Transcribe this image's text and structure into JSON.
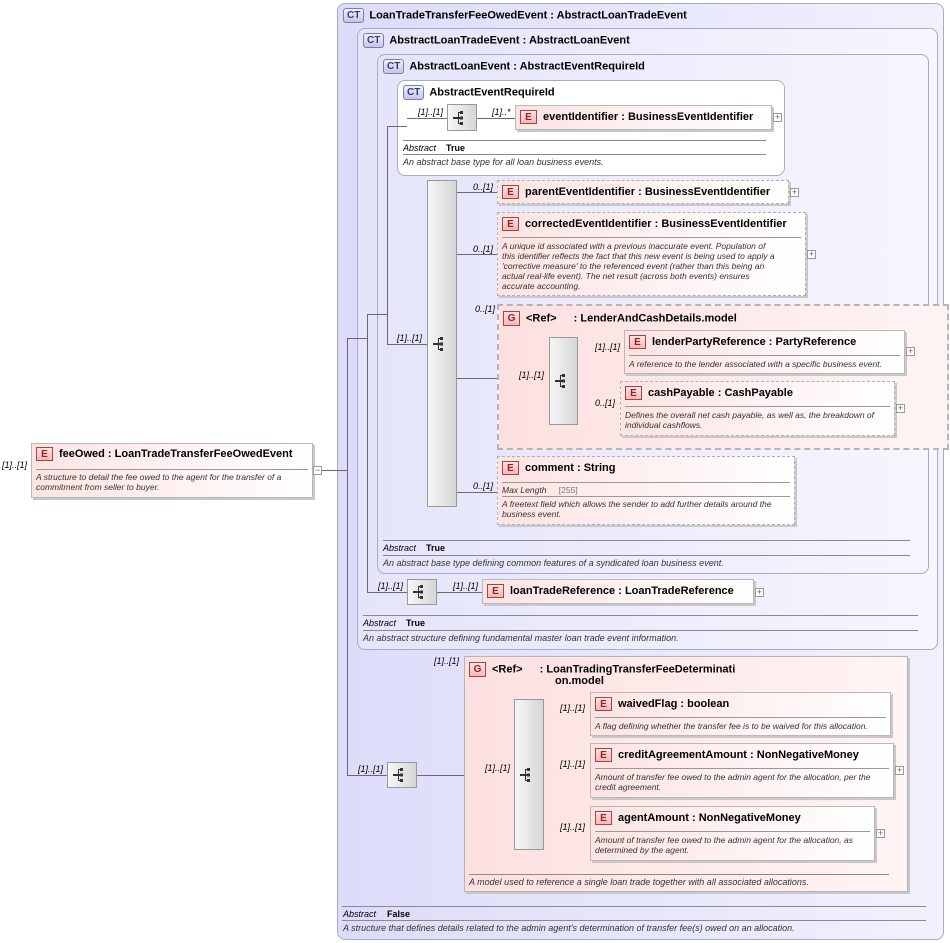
{
  "root": {
    "badge": "E",
    "name": "feeOwed",
    "type": "LoanTradeTransferFeeOwedEvent",
    "card": "[1]..[1]",
    "doc": "A structure to detail the fee owed to the agent for the transfer of a commitment from seller to buyer."
  },
  "outer_ct": {
    "badge": "CT",
    "name": "LoanTradeTransferFeeOwedEvent",
    "base": "AbstractLoanTradeEvent",
    "abstract_label": "Abstract",
    "abstract_value": "False",
    "doc": "A structure that defines details related to the admin agent's determination of transfer fee(s) owed on an allocation."
  },
  "trade_ct": {
    "badge": "CT",
    "name": "AbstractLoanTradeEvent",
    "base": "AbstractLoanEvent",
    "abstract_label": "Abstract",
    "abstract_value": "True",
    "doc": "An abstract structure defining fundamental master loan trade event information."
  },
  "loan_ct": {
    "badge": "CT",
    "name": "AbstractLoanEvent",
    "base": "AbstractEventRequireId",
    "abstract_label": "Abstract",
    "abstract_value": "True",
    "doc": "An abstract base type defining common features of a syndicated loan business event."
  },
  "req_ct": {
    "badge": "CT",
    "name": "AbstractEventRequireId",
    "abstract_label": "Abstract",
    "abstract_value": "True",
    "doc": "An abstract base type for all loan business events.",
    "seq_card": "[1]..[1]",
    "child_card": "[1]..*"
  },
  "elements": {
    "eventIdentifier": {
      "badge": "E",
      "name": "eventIdentifier",
      "type": "BusinessEventIdentifier"
    },
    "parentEventIdentifier": {
      "badge": "E",
      "name": "parentEventIdentifier",
      "type": "BusinessEventIdentifier",
      "card": "0..[1]"
    },
    "correctedEventIdentifier": {
      "badge": "E",
      "name": "correctedEventIdentifier",
      "type": "BusinessEventIdentifier",
      "card": "0..[1]",
      "doc": [
        "A unique id associated with a previous inaccurate event. Population of",
        "this identifier reflects the fact that this new event is being used to apply a",
        "'corrective measure' to the referenced event (rather than this being an",
        "actual real-life event). The net result (across both events) ensures",
        "accurate accounting."
      ]
    },
    "lenderPartyReference": {
      "badge": "E",
      "name": "lenderPartyReference",
      "type": "PartyReference",
      "card": "[1]..[1]",
      "doc": "A reference to the lender associated with a specific business event."
    },
    "cashPayable": {
      "badge": "E",
      "name": "cashPayable",
      "type": "CashPayable",
      "card": "0..[1]",
      "doc": [
        "Defines the overall net cash payable, as well as, the breakdown of",
        "individual cashflows."
      ]
    },
    "comment": {
      "badge": "E",
      "name": "comment",
      "type": "String",
      "card": "0..[1]",
      "facet_label": "Max Length",
      "facet_value": "[255]",
      "doc": [
        "A freetext field which allows the sender to add further details around the",
        "business event."
      ]
    },
    "loanTradeReference": {
      "badge": "E",
      "name": "loanTradeReference",
      "type": "LoanTradeReference",
      "card": "[1]..[1]"
    },
    "waivedFlag": {
      "badge": "E",
      "name": "waivedFlag",
      "type": "boolean",
      "card": "[1]..[1]",
      "doc": "A flag defining whether the transfer fee is to be waived for this allocation."
    },
    "creditAgreementAmount": {
      "badge": "E",
      "name": "creditAgreementAmount",
      "type": "NonNegativeMoney",
      "card": "[1]..[1]",
      "doc": [
        "Amount of transfer fee owed to the admin agent for the allocation, per the",
        "credit agreement."
      ]
    },
    "agentAmount": {
      "badge": "E",
      "name": "agentAmount",
      "type": "NonNegativeMoney",
      "card": "[1]..[1]",
      "doc": [
        "Amount of transfer fee owed to the admin agent for the allocation, as",
        "determined by the agent."
      ]
    }
  },
  "groups": {
    "lender": {
      "badge": "G",
      "ref": "<Ref>",
      "name": "LenderAndCashDetails.model",
      "card": "0..[1]",
      "seq_card": "[1]..[1]"
    },
    "fee": {
      "badge": "G",
      "ref": "<Ref>",
      "name_line1": "LoanTradingTransferFeeDeterminati",
      "name_line2": "on.model",
      "card": "[1]..[1]",
      "seq_card": "[1]..[1]",
      "doc": "A model used to reference a single loan trade together with all associated allocations."
    }
  },
  "sequences": {
    "loan_seq_card": "[1]..[1]",
    "trade_seq_card": "[1]..[1]",
    "outer_seq_card": "[1]..[1]"
  },
  "separator": ":",
  "expand_glyph": "+",
  "collapse_glyph": "−"
}
